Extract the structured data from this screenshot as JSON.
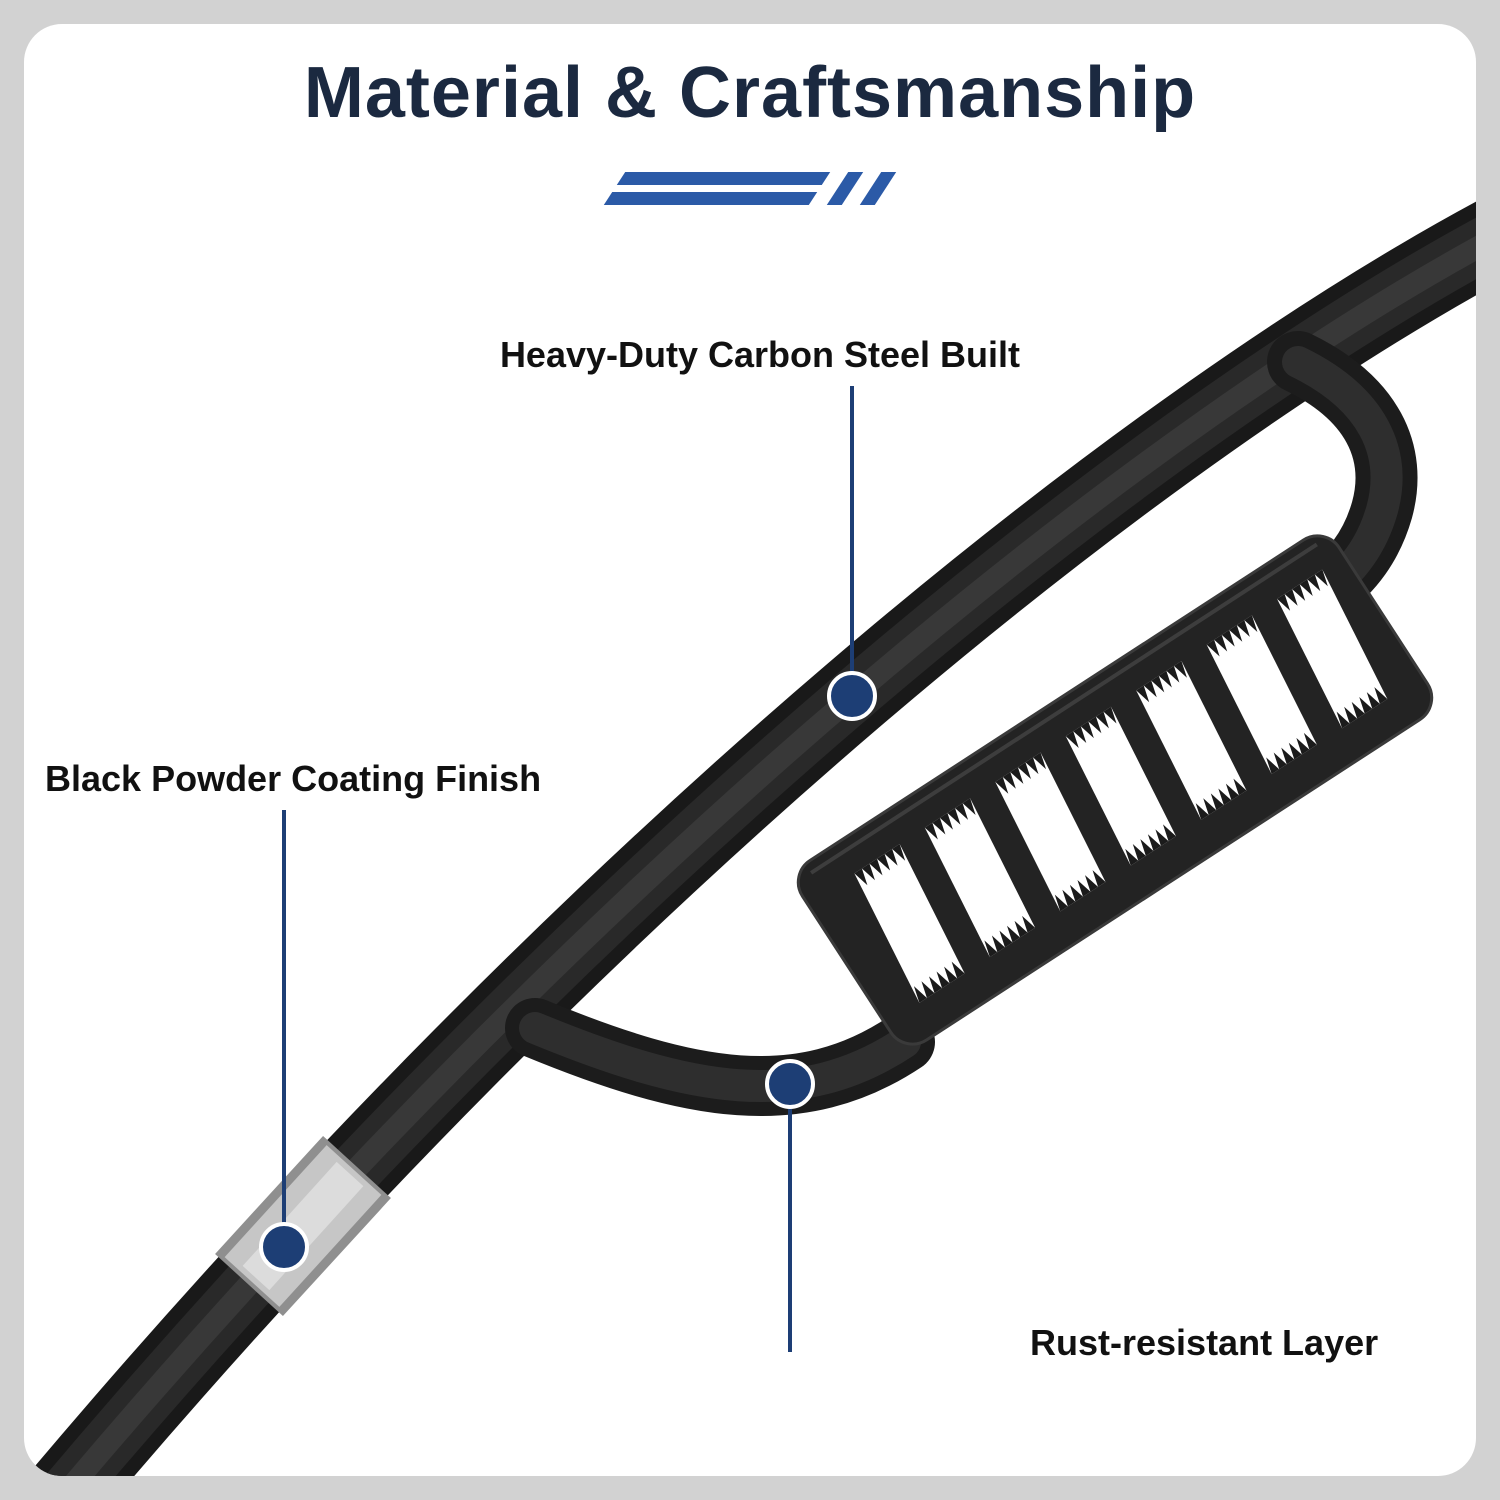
{
  "title": {
    "text": "Material & Craftsmanship"
  },
  "callouts": [
    {
      "id": "carbon-steel",
      "label": "Heavy-Duty Carbon Steel Built"
    },
    {
      "id": "powder-coating",
      "label": "Black Powder Coating Finish"
    },
    {
      "id": "rust-resistant",
      "label": "Rust-resistant Layer"
    }
  ],
  "illustration": {
    "subject": "truck-side-step-bar-with-serrated-tread"
  },
  "colors": {
    "title": "#1b2940",
    "accent_blue": "#2b5aa7",
    "callout_marker": "#1d3e75",
    "label_text": "#111111",
    "product_finish": "#232323",
    "band_gray": "#c6c6c6",
    "frame_gray": "#d2d2d2",
    "card_white": "#ffffff"
  }
}
